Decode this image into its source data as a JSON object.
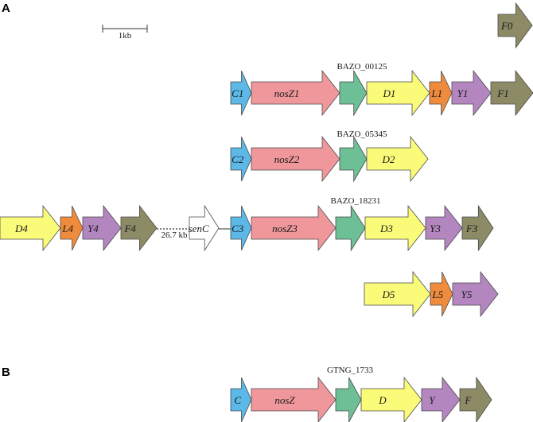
{
  "panels": {
    "a": "A",
    "b": "B"
  },
  "scale_bar": {
    "label": "1kb"
  },
  "gap_label": "26.7 kb",
  "colors": {
    "C": "#5cb8e6",
    "nosZ": "#f0979b",
    "hyp": "#6dbf96",
    "D": "#fbfb7a",
    "L": "#ef8b3c",
    "Y": "#b386c0",
    "F": "#8d8a66",
    "sen": "#ffffff"
  },
  "loci": [
    {
      "id": "locus-1",
      "tag": "BAZO_00125"
    },
    {
      "id": "locus-2",
      "tag": "BAZO_05345"
    },
    {
      "id": "locus-3",
      "tag": "BAZO_18231"
    },
    {
      "id": "locus-b",
      "tag": "GTNG_1733"
    }
  ],
  "genes": [
    {
      "id": "F0",
      "label": "F0",
      "kind": "F"
    },
    {
      "id": "C1",
      "label": "C1",
      "kind": "C"
    },
    {
      "id": "nosZ1",
      "label": "nosZ1",
      "kind": "nosZ"
    },
    {
      "id": "hyp1",
      "label": "",
      "kind": "hyp"
    },
    {
      "id": "D1",
      "label": "D1",
      "kind": "D"
    },
    {
      "id": "L1",
      "label": "L1",
      "kind": "L"
    },
    {
      "id": "Y1",
      "label": "Y1",
      "kind": "Y"
    },
    {
      "id": "F1",
      "label": "F1",
      "kind": "F"
    },
    {
      "id": "C2",
      "label": "C2",
      "kind": "C"
    },
    {
      "id": "nosZ2",
      "label": "nosZ2",
      "kind": "nosZ"
    },
    {
      "id": "hyp2",
      "label": "",
      "kind": "hyp"
    },
    {
      "id": "D2",
      "label": "D2",
      "kind": "D"
    },
    {
      "id": "D4",
      "label": "D4",
      "kind": "D"
    },
    {
      "id": "L4",
      "label": "L4",
      "kind": "L"
    },
    {
      "id": "Y4",
      "label": "Y4",
      "kind": "Y"
    },
    {
      "id": "F4",
      "label": "F4",
      "kind": "F"
    },
    {
      "id": "senC",
      "label": "senC",
      "kind": "sen"
    },
    {
      "id": "C3",
      "label": "C3",
      "kind": "C"
    },
    {
      "id": "nosZ3",
      "label": "nosZ3",
      "kind": "nosZ"
    },
    {
      "id": "hyp3",
      "label": "",
      "kind": "hyp"
    },
    {
      "id": "D3",
      "label": "D3",
      "kind": "D"
    },
    {
      "id": "Y3",
      "label": "Y3",
      "kind": "Y"
    },
    {
      "id": "F3",
      "label": "F3",
      "kind": "F"
    },
    {
      "id": "D5",
      "label": "D5",
      "kind": "D"
    },
    {
      "id": "L5",
      "label": "L5",
      "kind": "L"
    },
    {
      "id": "Y5",
      "label": "Y5",
      "kind": "Y"
    },
    {
      "id": "Cb",
      "label": "C",
      "kind": "C"
    },
    {
      "id": "nosZb",
      "label": "nosZ",
      "kind": "nosZ"
    },
    {
      "id": "hypb",
      "label": "",
      "kind": "hyp"
    },
    {
      "id": "Db",
      "label": "D",
      "kind": "D"
    },
    {
      "id": "Yb",
      "label": "Y",
      "kind": "Y"
    },
    {
      "id": "Fb",
      "label": "F",
      "kind": "F"
    }
  ]
}
